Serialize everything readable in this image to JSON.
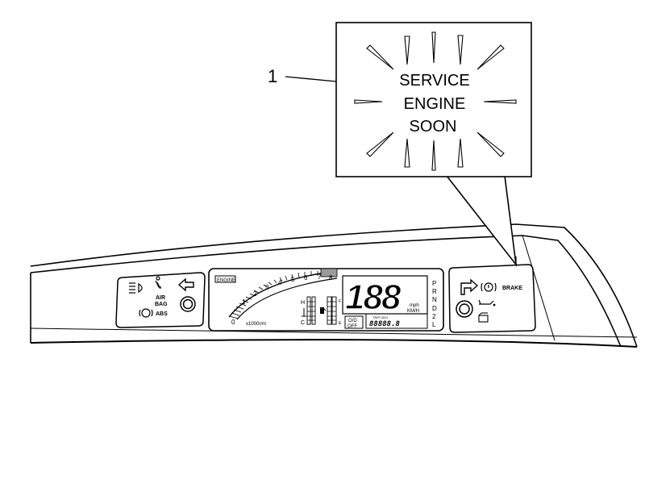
{
  "callout": {
    "number": "1",
    "line1": "SERVICE",
    "line2": "ENGINE",
    "line3": "SOON"
  },
  "left_pod": {
    "airbag_line1": "AIR",
    "airbag_line2": "BAG",
    "abs_label": "ABS"
  },
  "tach": {
    "badge": "ENGINE",
    "ticks": [
      "0",
      "1",
      "2",
      "3",
      "4",
      "5",
      "6",
      "7",
      "8"
    ],
    "unit": "x1000r/m"
  },
  "speedo": {
    "reading": "188",
    "unit_line1": "mph",
    "unit_line2": "KM/H",
    "odometer": "88888.8",
    "trip_top": "TRIP  ODO",
    "od_line1": "O/D",
    "od_line2": "OFF"
  },
  "gear_selector": [
    "P",
    "R",
    "N",
    "D",
    "2",
    "L"
  ],
  "gauges": {
    "temp_high": "H",
    "temp_low": "C",
    "fuel_full": "F",
    "fuel_empty": "E"
  },
  "right_pod": {
    "brake_label": "BRAKE"
  }
}
